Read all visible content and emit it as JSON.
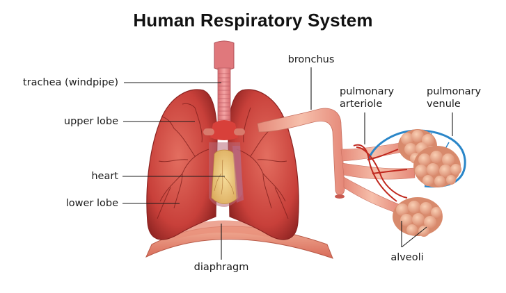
{
  "title": "Human Respiratory System",
  "labels": {
    "trachea": "trachea (windpipe)",
    "upper_lobe": "upper lobe",
    "heart": "heart",
    "lower_lobe": "lower lobe",
    "diaphragm": "diaphragm",
    "bronchus": "bronchus",
    "pulmonary_arteriole_1": "pulmonary",
    "pulmonary_arteriole_2": "arteriole",
    "pulmonary_venule_1": "pulmonary",
    "pulmonary_venule_2": "venule",
    "alveoli": "alveoli"
  },
  "colors": {
    "lung": "#c8403a",
    "lung_dark": "#9e2a28",
    "lung_light": "#e06a5c",
    "trachea": "#e88a8a",
    "heart": "#e9c37a",
    "diaphragm": "#e89a80",
    "bronchus": "#f0a890",
    "alveoli": "#f2b496",
    "venule": "#2f8fd0",
    "arteriole": "#c0281e",
    "leader_line": "#1a1a1a"
  }
}
